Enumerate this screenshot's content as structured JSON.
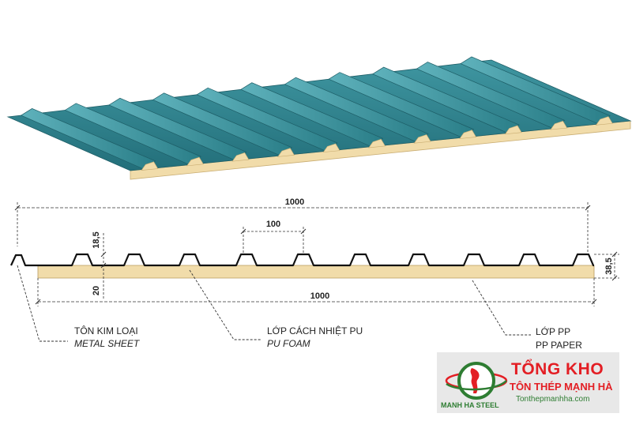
{
  "dimensions": {
    "total_width_top": "1000",
    "total_width_bottom": "1000",
    "rib_pitch": "100",
    "rib_height": "18,5",
    "foam_thickness": "20",
    "total_height": "38,5"
  },
  "labels": {
    "metal_sheet_vi": "TÔN KIM LOẠI",
    "metal_sheet_en": "METAL SHEET",
    "pu_foam_vi": "LỚP CÁCH NHIỆT PU",
    "pu_foam_en": "PU FOAM",
    "pp_vi": "LỚP PP",
    "pp_en": "PP PAPER"
  },
  "logo": {
    "title": "TỔNG KHO",
    "subtitle": "TÔN THÉP MẠNH HÀ",
    "website": "Tonthepmanhha.com",
    "brand": "MANH HA STEEL",
    "colors": {
      "red": "#e31e24",
      "green": "#2e7d32"
    }
  },
  "colors": {
    "sheet": "#2e7f8a",
    "foam": "#f1dcaa"
  }
}
